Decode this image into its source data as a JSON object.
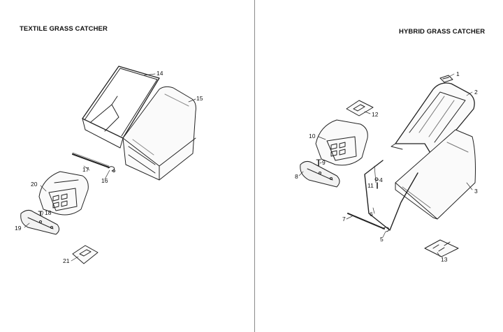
{
  "titles": {
    "left": "TEXTILE GRASS CATCHER",
    "right": "HYBRID GRASS CATCHER"
  },
  "callouts": {
    "n1": "1",
    "n2": "2",
    "n3": "3",
    "n4": "4",
    "n5": "5",
    "n6": "6",
    "n7": "7",
    "n8": "8",
    "n9": "9",
    "n10": "10",
    "n11": "11",
    "n12": "12",
    "n13": "13",
    "n14": "14",
    "n15": "15",
    "n16": "16",
    "n17": "17",
    "n18": "18",
    "n19": "19",
    "n20": "20",
    "n21": "21"
  }
}
